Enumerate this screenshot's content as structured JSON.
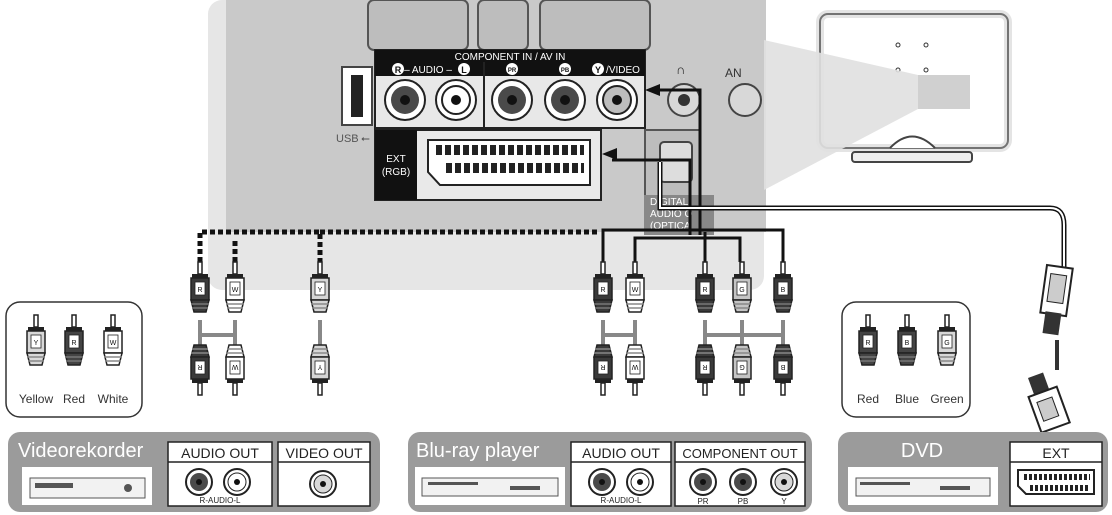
{
  "panel": {
    "component_label": "COMPONENT IN / AV IN",
    "audio_label": "– AUDIO –",
    "audio_r": "R",
    "audio_l": "L",
    "pr_label": "PR",
    "pb_label": "PB",
    "y_label": "Y",
    "video_suffix": "/VIDEO",
    "usb_label": "USB",
    "ext_label": "EXT",
    "rgb_label": "(RGB)",
    "digital_label": "DIGITAL",
    "audio_out_label": "AUDIO O",
    "optical_label": "(OPTICA",
    "an_label": "AN"
  },
  "legend_left": {
    "plugs": [
      {
        "letter": "Y",
        "name": "Yellow",
        "color": "#d8d8d8"
      },
      {
        "letter": "R",
        "name": "Red",
        "color": "#444444"
      },
      {
        "letter": "W",
        "name": "White",
        "color": "#ffffff"
      }
    ]
  },
  "legend_right": {
    "plugs": [
      {
        "letter": "R",
        "name": "Red",
        "color": "#444444"
      },
      {
        "letter": "B",
        "name": "Blue",
        "color": "#444444"
      },
      {
        "letter": "G",
        "name": "Green",
        "color": "#d8d8d8"
      }
    ]
  },
  "cables": {
    "vcr_audio": [
      "R",
      "W"
    ],
    "vcr_video": [
      "Y"
    ],
    "bd_audio": [
      "R",
      "W"
    ],
    "bd_component": [
      "R",
      "G",
      "B"
    ]
  },
  "devices": {
    "videorekorder": {
      "title": "Videorekorder",
      "audio_out": "AUDIO OUT",
      "audio_sub": "R-AUDIO-L",
      "video_out": "VIDEO OUT"
    },
    "bluray": {
      "title": "Blu-ray player",
      "audio_out": "AUDIO OUT",
      "audio_sub": "R-AUDIO-L",
      "component_out": "COMPONENT OUT",
      "pr": "PR",
      "pb": "PB",
      "y": "Y"
    },
    "dvd": {
      "title": "DVD",
      "ext": "EXT"
    }
  },
  "colors": {
    "panel_bg": "#e4e4e4",
    "panel_inner": "#c8c8c8",
    "device_box": "#9a9a9a",
    "dark": "#1a1a1a",
    "gray_plug": "#4a4a4a"
  }
}
